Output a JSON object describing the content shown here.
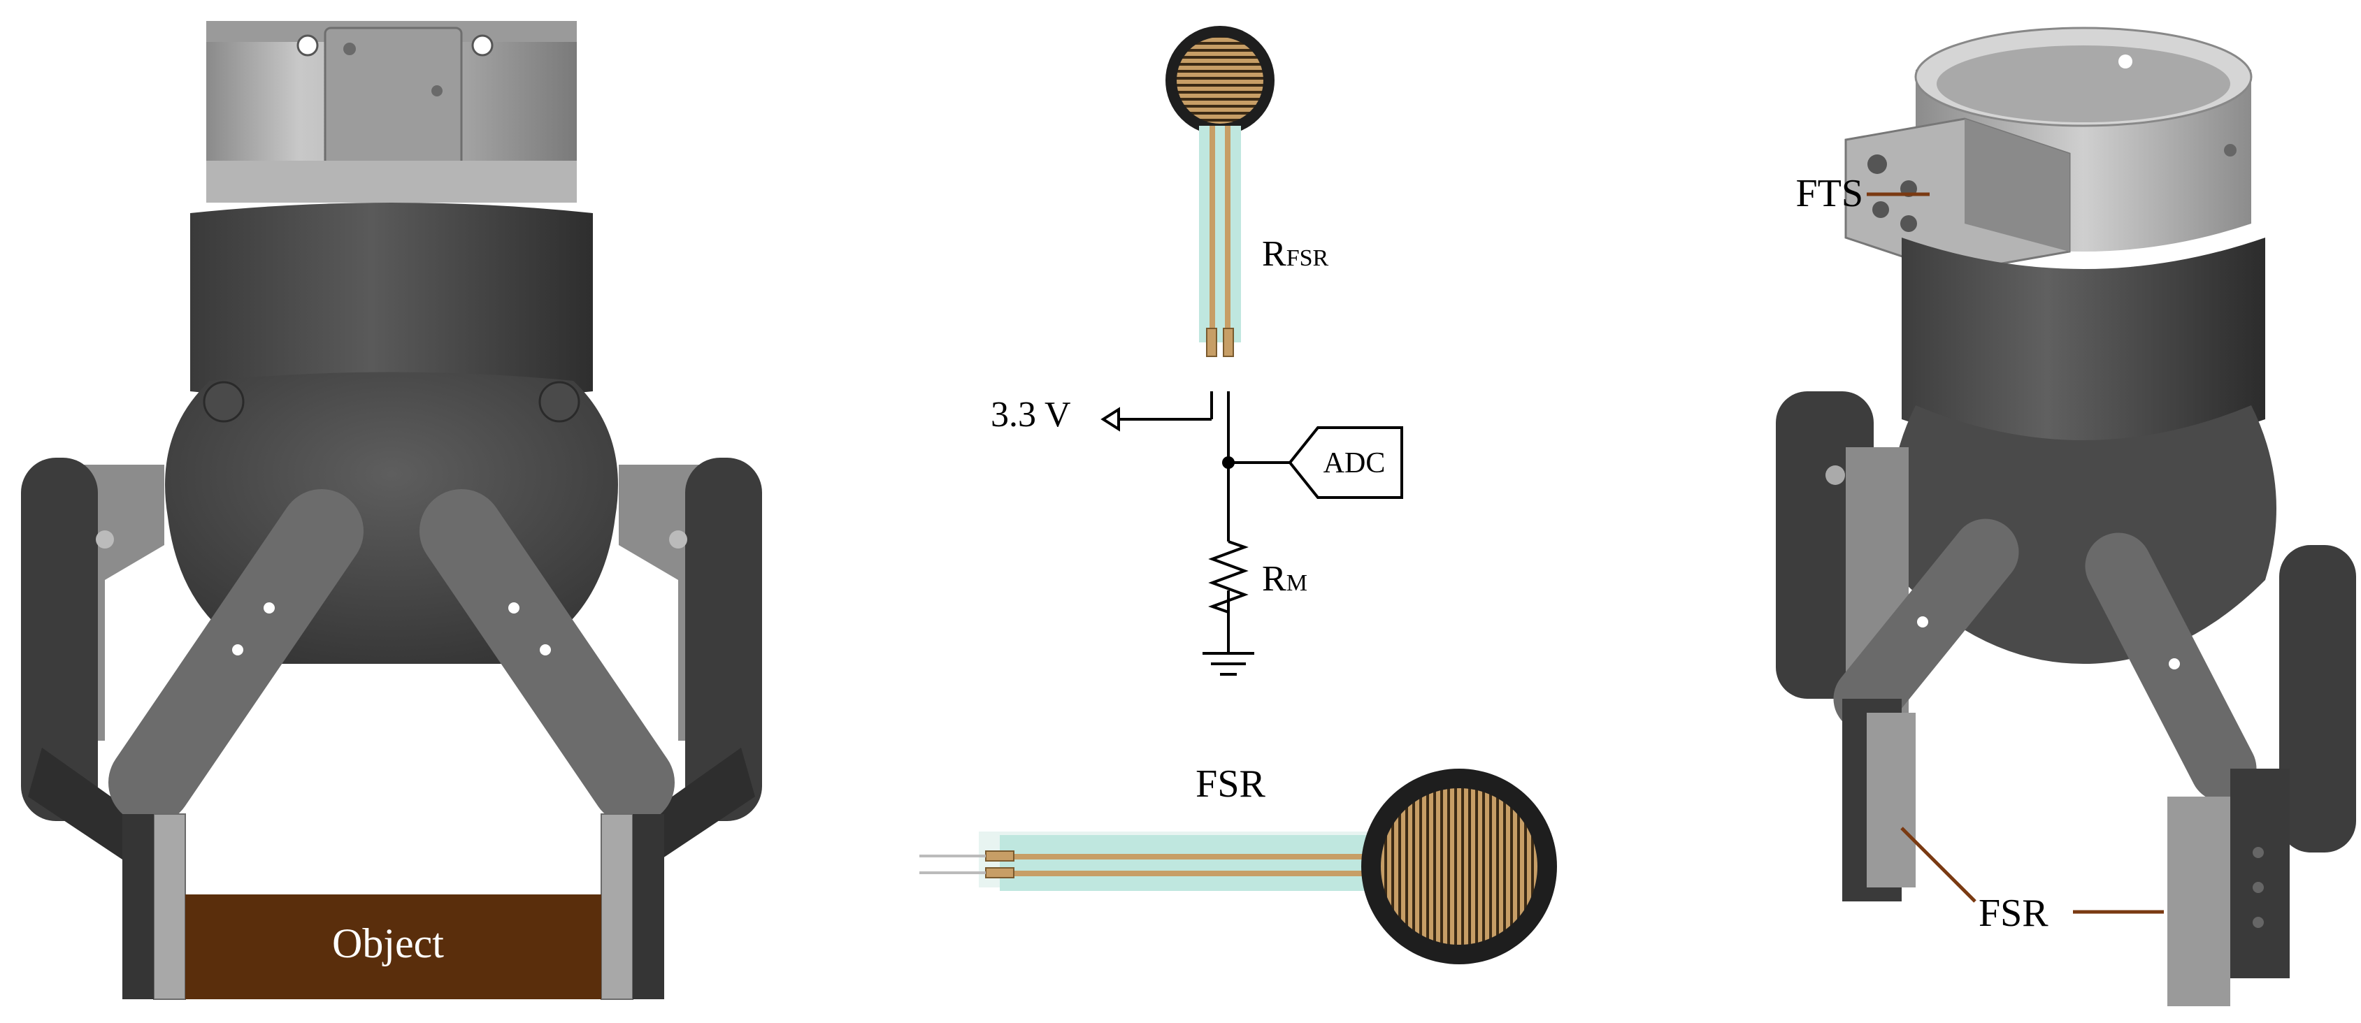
{
  "left": {
    "object_label": "Object"
  },
  "circuit": {
    "rfsr": {
      "main": "R",
      "sub": "FSR"
    },
    "voltage": "3.3 V",
    "adc": "ADC",
    "rm": {
      "main": "R",
      "sub": "M"
    }
  },
  "fsr_bottom": {
    "label": "FSR"
  },
  "right": {
    "fts_label": "FTS",
    "fsr_label": "FSR"
  },
  "colors": {
    "leader": "#7a3a12",
    "object_fill": "#5a2e0c",
    "sensor_tail": "#bfe7df"
  }
}
